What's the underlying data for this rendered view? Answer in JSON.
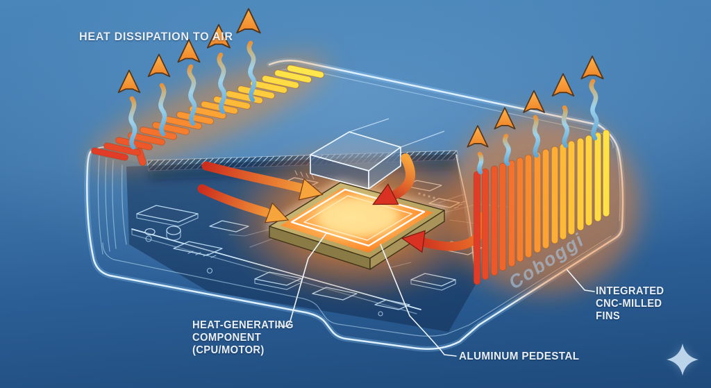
{
  "labels": {
    "dissipation": "HEAT DISSIPATION TO AIR",
    "fins": [
      "INTEGRATED",
      "CNC-MILLED",
      "FINS"
    ],
    "component": [
      "HEAT-GENERATING",
      "COMPONENT",
      "(CPU/MOTOR)"
    ],
    "pedestal": "ALUMINUM PEDESTAL",
    "brand": "Coboggi"
  },
  "colors": {
    "background_top": "#4a86ba",
    "background_bottom": "#1e4a7c",
    "outline_blue": "#cfe9fb",
    "fin_red": "#e23c24",
    "fin_orange": "#f58a2e",
    "fin_yellow": "#ffe14c",
    "airflow_stem_blue": "#8ec6e4",
    "arrow_orange": "#f79b38",
    "heat_red": "#d43222",
    "pedestal_tan": "#c4b06b",
    "cpu_glow_orange": "#ff9a3c",
    "label_text": "#e8eff6",
    "brand_text": "#a9c8e3",
    "sparkle": "#bcd4ea"
  },
  "figure": {
    "type": "cutaway-technical-illustration",
    "left_fin_count": 17,
    "right_fin_count": 16,
    "left_airflow_arrow_count": 5,
    "right_airflow_arrow_count": 5,
    "heat_flow_arrow_count": 4
  },
  "icons": {
    "sparkle": "four-pointed-star"
  }
}
